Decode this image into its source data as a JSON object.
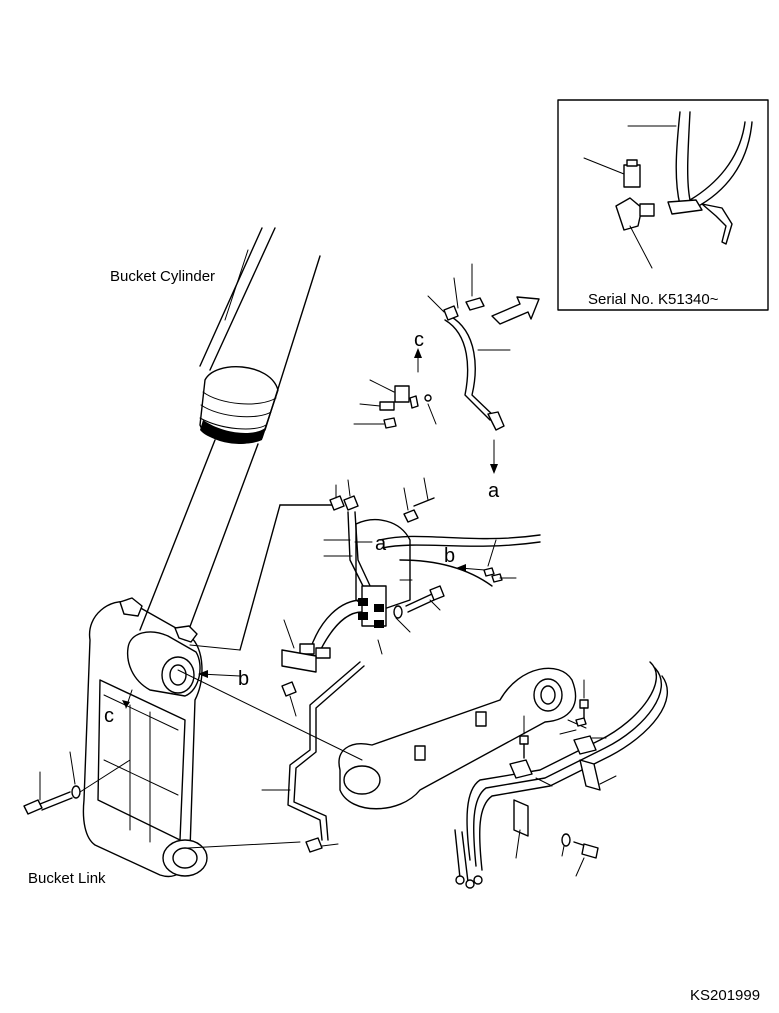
{
  "labels": {
    "bucket_cylinder": "Bucket Cylinder",
    "bucket_link": "Bucket Link",
    "serial_note": "Serial No. K51340~",
    "drawing_code": "KS201999"
  },
  "reference_letters": {
    "a_top": "a",
    "a_mid": "a",
    "b_mid": "b",
    "b_left": "b",
    "c_top": "c",
    "c_left": "c"
  }
}
